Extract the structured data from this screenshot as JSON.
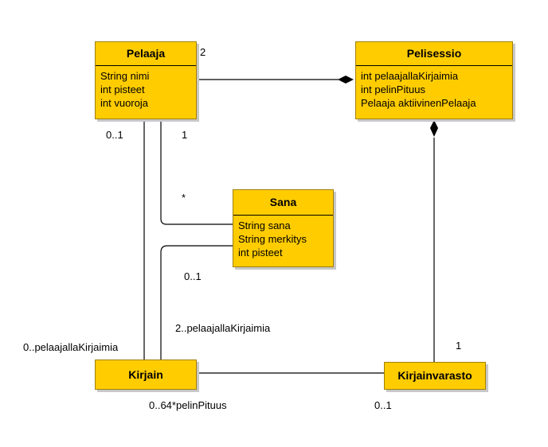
{
  "classes": {
    "pelaaja": {
      "name": "Pelaaja",
      "attributes": [
        "String nimi",
        "int pisteet",
        "int vuoroja"
      ]
    },
    "pelisessio": {
      "name": "Pelisessio",
      "attributes": [
        "int pelaajallaKirjaimia",
        "int pelinPituus",
        "Pelaaja aktiivinenPelaaja"
      ]
    },
    "sana": {
      "name": "Sana",
      "attributes": [
        "String sana",
        "String merkitys",
        "int pisteet"
      ]
    },
    "kirjain": {
      "name": "Kirjain",
      "attributes": []
    },
    "kirjainvarasto": {
      "name": "Kirjainvarasto",
      "attributes": []
    }
  },
  "multiplicities": {
    "pelaaja_pelisessio": "2",
    "pelaaja_kirjain_top": "0..1",
    "pelaaja_sana_top": "1",
    "pelaaja_sana_bottom": "*",
    "sana_kirjain_top": "0..1",
    "sana_kirjain_bottom": "2..pelaajallaKirjaimia",
    "pelaaja_kirjain_bottom": "0..pelaajallaKirjaimia",
    "kirjain_kirjainvarasto_left": "0..64*pelinPituus",
    "kirjain_kirjainvarasto_right": "0..1",
    "pelisessio_kirjainvarasto": "1"
  },
  "colors": {
    "class_fill": "#ffcc00",
    "class_border": "#a08000",
    "line": "#000000"
  }
}
